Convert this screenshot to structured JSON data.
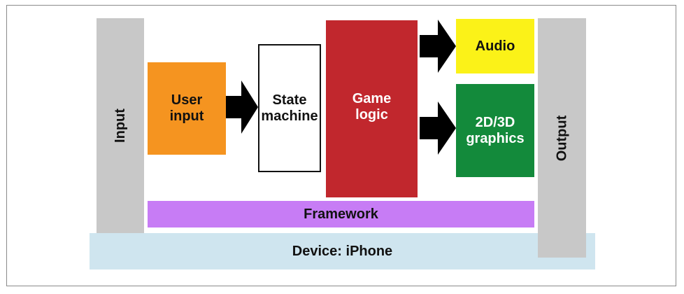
{
  "diagram": {
    "input_label": "Input",
    "output_label": "Output",
    "user_input": "User\ninput",
    "state_machine": "State\nmachine",
    "game_logic": "Game\nlogic",
    "audio": "Audio",
    "graphics": "2D/3D\ngraphics",
    "framework": "Framework",
    "device": "Device: iPhone"
  },
  "colors": {
    "pillar": "#c8c8c8",
    "device": "#cfe5ef",
    "framework": "#c77cf5",
    "user_input": "#f59420",
    "game_logic": "#c1272d",
    "audio": "#fbf218",
    "graphics": "#138a3b",
    "arrow": "#000000"
  }
}
